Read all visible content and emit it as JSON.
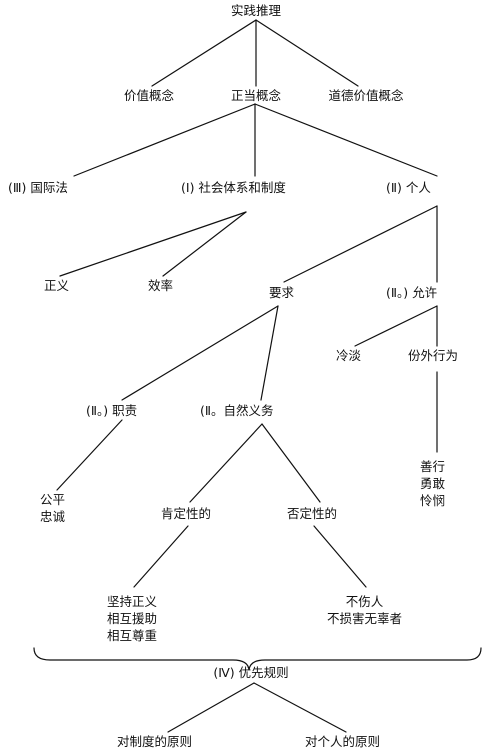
{
  "nodes": {
    "root": "实践推理",
    "value": "价值概念",
    "right": "正当概念",
    "moral": "道德价值概念",
    "intl_law": "(Ⅲ) 国际法",
    "institutions": "(Ⅰ) 社会体系和制度",
    "individual": "(Ⅱ) 个人",
    "justice": "正义",
    "efficiency": "效率",
    "requirements": "要求",
    "permissions": "(Ⅱ。) 允许",
    "indifferent": "冷淡",
    "supererogation": "份外行为",
    "obligations": "(Ⅱ。) 职责",
    "natural_duties": "(Ⅱ。自然义务",
    "fairness": "公平",
    "fidelity": "忠诚",
    "affirmative": "肯定性的",
    "negative": "否定性的",
    "good_deeds": "善行",
    "courage": "勇敢",
    "mercy": "怜悯",
    "uphold_justice": "坚持正义",
    "mutual_aid": "相互援助",
    "mutual_respect": "相互尊重",
    "no_harm": "不伤人",
    "no_injury_innocent": "不损害无辜者",
    "priority_rules": "(Ⅳ) 优先规则",
    "for_institutions": "对制度的原则",
    "for_individuals": "对个人的原则"
  }
}
